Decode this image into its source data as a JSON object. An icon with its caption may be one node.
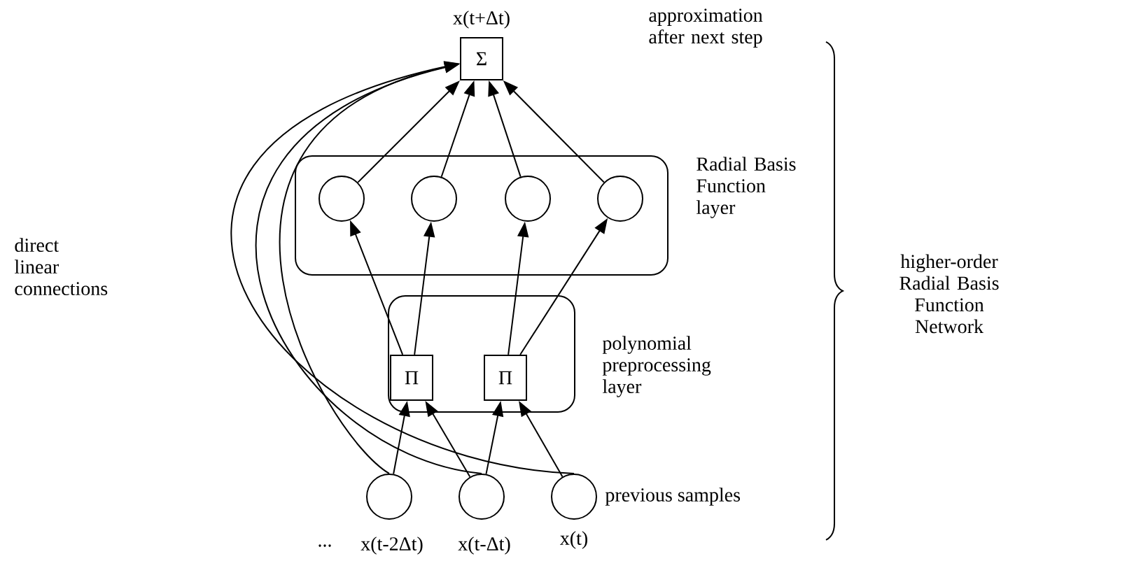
{
  "diagram": {
    "nodes": [
      {
        "text": [
          "Σ"
        ],
        "beside": [
          "x(t+Δt)"
        ]
      },
      {
        "text": [
          "Radial Basis Function layer"
        ]
      },
      {
        "text": [],
        "shape": "circle",
        "in": 1
      },
      {
        "text": [],
        "shape": "circle",
        "in": 1
      },
      {
        "text": [],
        "shape": "circle",
        "in": 1
      },
      {
        "text": [],
        "shape": "circle",
        "in": 1
      },
      {
        "text": [
          "polynomial preprocessing layer"
        ]
      },
      {
        "text": [
          "Π"
        ],
        "in": 6
      },
      {
        "text": [
          "Π"
        ],
        "in": 6
      },
      {
        "text": [],
        "shape": "circle",
        "beside": [
          "x(t-2Δt)"
        ]
      },
      {
        "text": [],
        "shape": "circle",
        "beside": [
          "x(t-Δt)"
        ]
      },
      {
        "text": [],
        "shape": "circle",
        "beside": [
          "x(t)"
        ]
      }
    ],
    "edges": [
      {
        "from": 9,
        "to": 7,
        "arrow": "to"
      },
      {
        "from": 10,
        "to": 7,
        "arrow": "to"
      },
      {
        "from": 10,
        "to": 8,
        "arrow": "to"
      },
      {
        "from": 11,
        "to": 8,
        "arrow": "to"
      },
      {
        "from": 7,
        "to": 2,
        "arrow": "to"
      },
      {
        "from": 7,
        "to": 3,
        "arrow": "to"
      },
      {
        "from": 8,
        "to": 4,
        "arrow": "to"
      },
      {
        "from": 8,
        "to": 5,
        "arrow": "to"
      },
      {
        "from": 2,
        "to": 0,
        "arrow": "to"
      },
      {
        "from": 3,
        "to": 0,
        "arrow": "to"
      },
      {
        "from": 4,
        "to": 0,
        "arrow": "to"
      },
      {
        "from": 5,
        "to": 0,
        "arrow": "to"
      },
      {
        "from": 9,
        "to": 0,
        "arrow": "to"
      },
      {
        "from": 10,
        "to": 0,
        "arrow": "to"
      },
      {
        "from": 11,
        "to": 0,
        "arrow": "to"
      }
    ],
    "labels": [
      "approximation after next step",
      "higher-order Radial Basis Function Network",
      "direct linear connections",
      "previous samples",
      "..."
    ]
  }
}
